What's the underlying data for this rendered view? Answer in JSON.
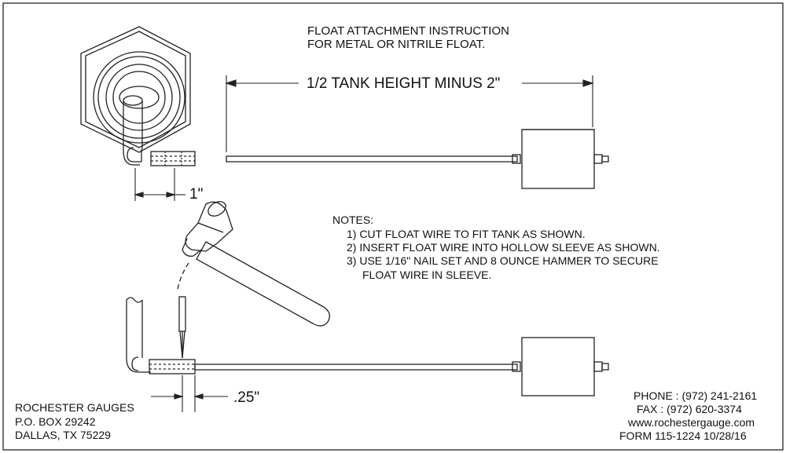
{
  "title": {
    "line1": "FLOAT ATTACHMENT INSTRUCTION",
    "line2": "FOR METAL OR NITRILE FLOAT."
  },
  "dimensions": {
    "tank_height": "1/2 TANK HEIGHT MINUS 2\"",
    "one_inch": "1\"",
    "quarter_inch": ".25\""
  },
  "notes": {
    "heading": "NOTES:",
    "items": [
      "1) CUT FLOAT WIRE TO FIT TANK AS SHOWN.",
      "2) INSERT FLOAT WIRE INTO HOLLOW SLEEVE AS SHOWN.",
      "3) USE 1/16\" NAIL SET AND 8 OUNCE HAMMER  TO SECURE"
    ],
    "item3_cont": "FLOAT WIRE IN SLEEVE."
  },
  "company": {
    "name": "ROCHESTER GAUGES",
    "po_box": "P.O. BOX 29242",
    "city": "DALLAS, TX 75229"
  },
  "contact": {
    "phone": "PHONE : (972) 241-2161",
    "fax": "FAX :  (972) 620-3374",
    "web": "www.rochestergauge.com",
    "form": "FORM 115-1224      10/28/16"
  }
}
